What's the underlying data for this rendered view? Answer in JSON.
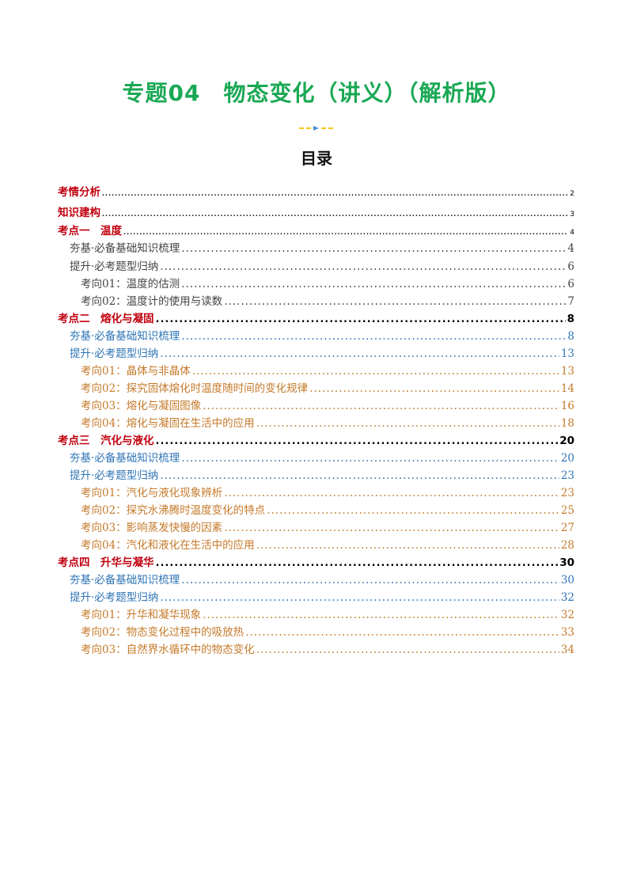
{
  "document": {
    "title": "专题04　物态变化（讲义）（解析版）",
    "toc_heading": "目录"
  },
  "toc": {
    "rows": [
      {
        "label": "考情分析",
        "page": "2"
      },
      {
        "label": "知识建构",
        "page": "3"
      },
      {
        "label": "考点一　温度",
        "page": "4"
      },
      {
        "label": "夯基·必备基础知识梳理",
        "page": "4"
      },
      {
        "label": "提升·必考题型归纳",
        "page": "6"
      },
      {
        "label": "考向01：温度的估测",
        "page": "6"
      },
      {
        "label": "考向02：温度计的使用与读数",
        "page": "7"
      },
      {
        "label": "考点二　熔化与凝固",
        "page": "8"
      },
      {
        "label": "夯基·必备基础知识梳理",
        "page": "8"
      },
      {
        "label": "提升·必考题型归纳",
        "page": "13"
      },
      {
        "label": "考向01：晶体与非晶体",
        "page": "13"
      },
      {
        "label": "考向02：探究固体熔化时温度随时间的变化规律",
        "page": "14"
      },
      {
        "label": "考向03：熔化与凝固图像",
        "page": "16"
      },
      {
        "label": "考向04：熔化与凝固在生活中的应用",
        "page": "18"
      },
      {
        "label": "考点三　汽化与液化",
        "page": "20"
      },
      {
        "label": "夯基·必备基础知识梳理",
        "page": "20"
      },
      {
        "label": "提升·必考题型归纳",
        "page": "23"
      },
      {
        "label": "考向01：汽化与液化现象辨析",
        "page": "23"
      },
      {
        "label": "考向02：探究水沸腾时温度变化的特点",
        "page": "25"
      },
      {
        "label": "考向03：影响蒸发快慢的因素",
        "page": "27"
      },
      {
        "label": "考向04：汽化和液化在生活中的应用",
        "page": "28"
      },
      {
        "label": "考点四　升华与凝华",
        "page": "30"
      },
      {
        "label": "夯基·必备基础知识梳理",
        "page": "30"
      },
      {
        "label": "提升·必考题型归纳",
        "page": "32"
      },
      {
        "label": "考向01：升华和凝华现象",
        "page": "32"
      },
      {
        "label": "考向02：物态变化过程中的吸放热",
        "page": "33"
      },
      {
        "label": "考向03：自然界水循环中的物态变化",
        "page": "34"
      }
    ]
  },
  "colors": {
    "title_green": "#1aa854",
    "section_red": "#c0000e",
    "level1_blue": "#2e74b5",
    "level2_orange": "#c5792a"
  }
}
